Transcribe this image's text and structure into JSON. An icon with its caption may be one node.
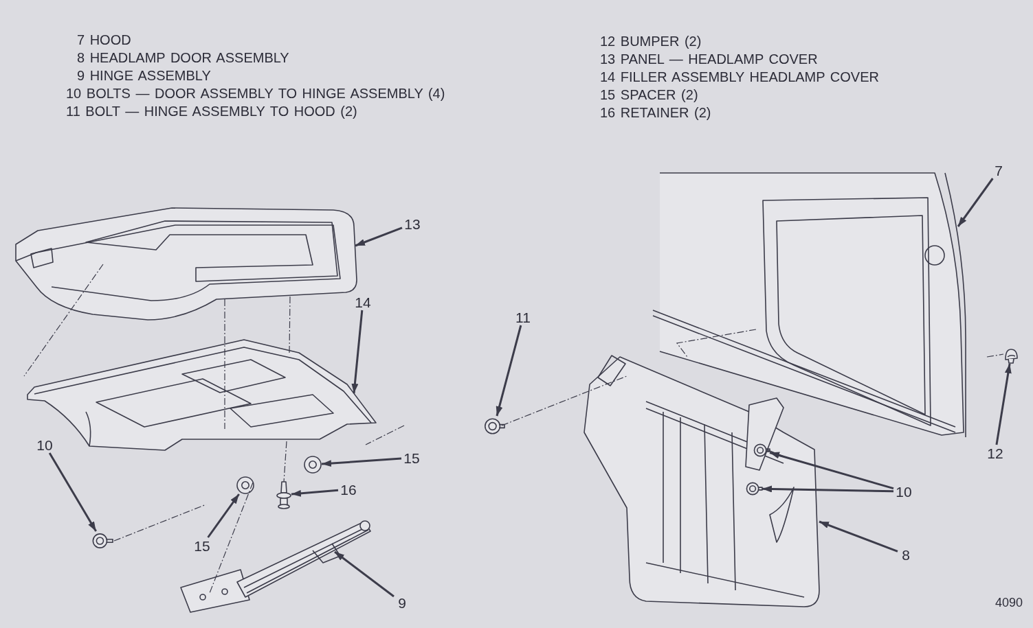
{
  "diagram": {
    "nodes": [
      {
        "text": [
          "13"
        ]
      },
      {
        "text": [],
        "shape": "picture"
      },
      {
        "text": [
          "14"
        ]
      },
      {
        "text": [],
        "shape": "picture"
      },
      {
        "text": [
          "10"
        ]
      },
      {
        "text": [],
        "shape": "picture"
      },
      {
        "text": [
          "15"
        ]
      },
      {
        "text": [],
        "shape": "picture"
      },
      {
        "text": [
          "16"
        ]
      },
      {
        "text": [],
        "shape": "picture"
      },
      {
        "text": [
          "15"
        ]
      },
      {
        "text": [],
        "shape": "picture"
      },
      {
        "text": [
          "9"
        ]
      },
      {
        "text": [],
        "shape": "picture"
      },
      {
        "text": [
          "11"
        ]
      },
      {
        "text": [],
        "shape": "picture"
      },
      {
        "text": [
          "7"
        ]
      },
      {
        "text": [],
        "shape": "picture"
      },
      {
        "text": [
          "12"
        ]
      },
      {
        "text": [],
        "shape": "picture"
      },
      {
        "text": [
          "10"
        ]
      },
      {
        "text": [],
        "shape": "picture"
      },
      {
        "text": [],
        "shape": "picture",
        "in": 21
      },
      {
        "text": [],
        "shape": "picture",
        "in": 21
      },
      {
        "text": [
          "8"
        ]
      }
    ],
    "edges": [
      {
        "from": 0,
        "to": 1,
        "arrow": "to"
      },
      {
        "from": 2,
        "to": 3,
        "arrow": "to"
      },
      {
        "from": 4,
        "to": 5,
        "arrow": "to"
      },
      {
        "from": 6,
        "to": 7,
        "arrow": "to"
      },
      {
        "from": 8,
        "to": 9,
        "arrow": "to"
      },
      {
        "from": 10,
        "to": 11,
        "arrow": "to"
      },
      {
        "from": 12,
        "to": 13,
        "arrow": "to"
      },
      {
        "from": 14,
        "to": 15,
        "arrow": "to"
      },
      {
        "from": 16,
        "to": 17,
        "arrow": "to"
      },
      {
        "from": 18,
        "to": 19,
        "arrow": "to"
      },
      {
        "from": 20,
        "to": 22,
        "arrow": "to"
      },
      {
        "from": 20,
        "to": 23,
        "arrow": "to"
      },
      {
        "from": 24,
        "to": 21,
        "arrow": "to"
      },
      {
        "from": 1,
        "to": 3,
        "arrow": "none",
        "style": "dashed"
      },
      {
        "from": 3,
        "to": 9,
        "arrow": "none",
        "style": "dashed"
      },
      {
        "from": 11,
        "to": 13,
        "arrow": "none",
        "style": "dashed"
      },
      {
        "from": 1,
        "to": 3,
        "arrow": "none",
        "style": "dashed"
      }
    ],
    "labels": [
      "7 HOOD",
      "8 HEADLAMP DOOR ASSEMBLY",
      "9 HINGE ASSEMBLY",
      "10 BOLTS — DOOR ASSEMBLY TO HINGE ASSEMBLY (4)",
      "11 BOLT — HINGE ASSEMBLY TO HOOD (2)",
      "12 BUMPER (2)",
      "13 PANEL — HEADLAMP COVER",
      "14 FILLER ASSEMBLY HEADLAMP COVER",
      "15 SPACER (2)",
      "16 RETAINER (2)",
      "4090"
    ]
  }
}
